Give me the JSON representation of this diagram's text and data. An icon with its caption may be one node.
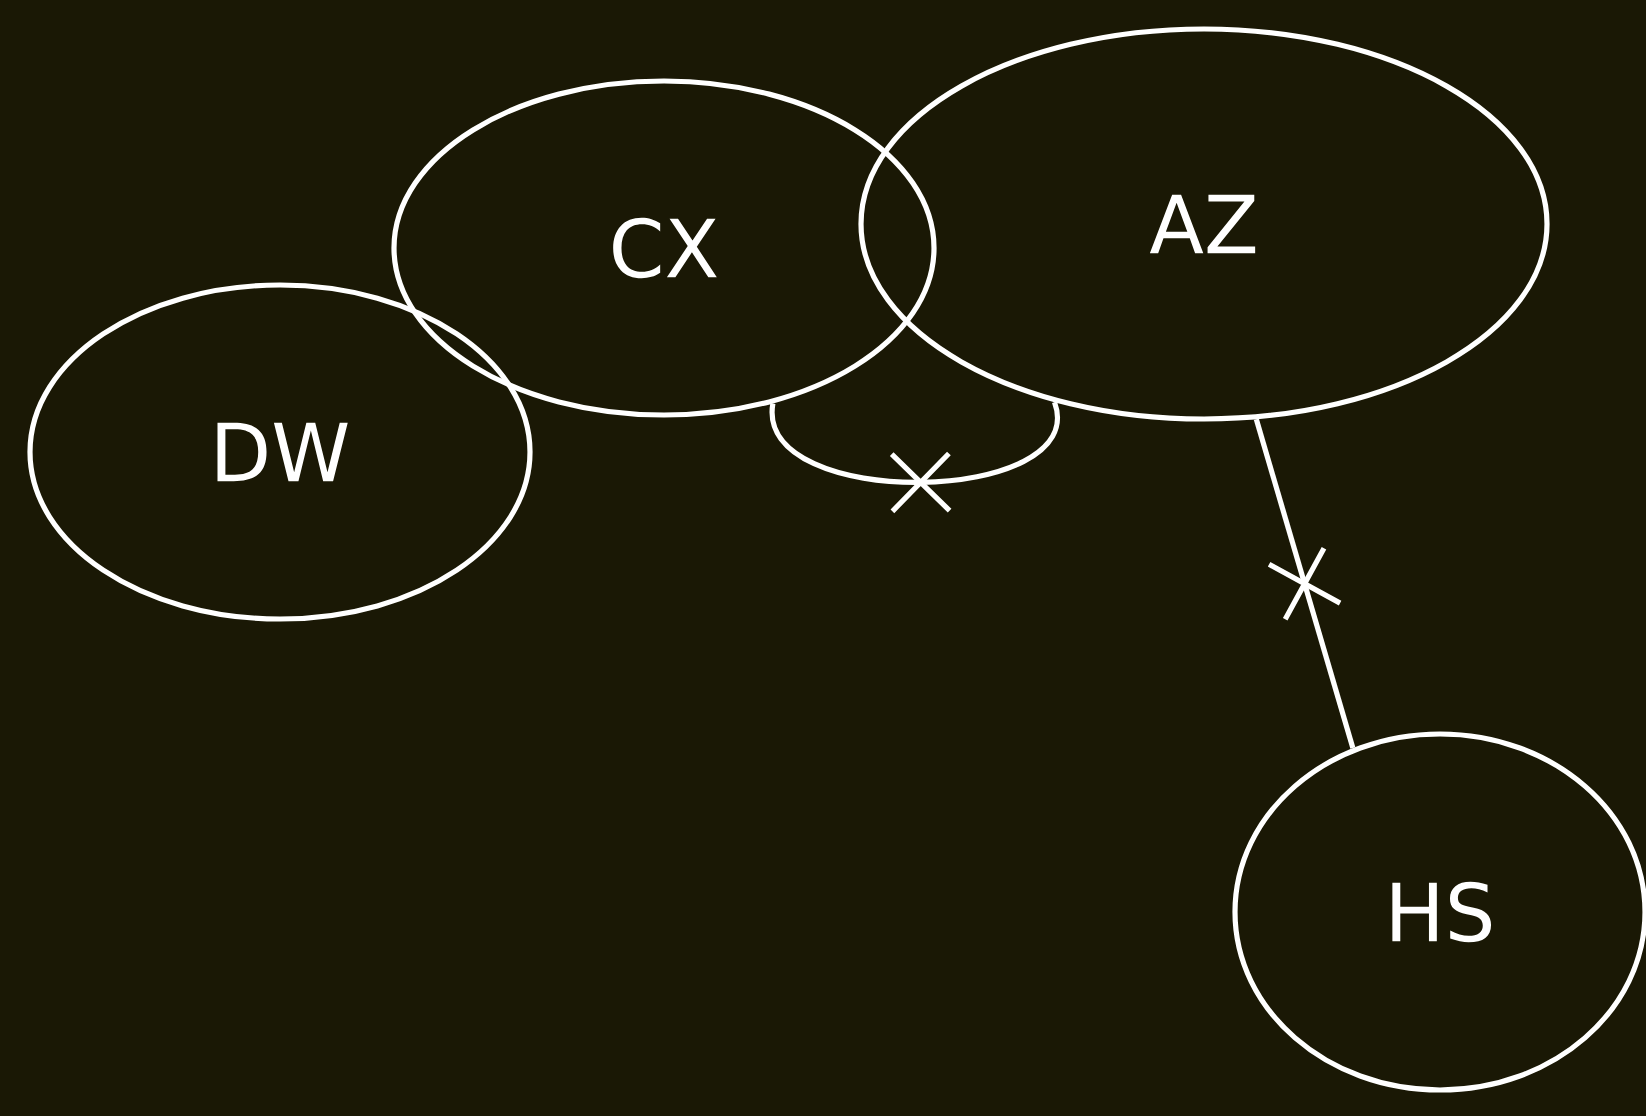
{
  "diagram": {
    "nodes": [
      {
        "text": [
          "CX"
        ]
      },
      {
        "text": [
          "AZ"
        ]
      },
      {
        "text": [
          "DW"
        ]
      },
      {
        "text": [
          "HS"
        ]
      }
    ],
    "edges": [
      {
        "from": 0,
        "to": 1,
        "arrow": "none"
      },
      {
        "from": 1,
        "to": 3,
        "arrow": "none"
      }
    ]
  }
}
